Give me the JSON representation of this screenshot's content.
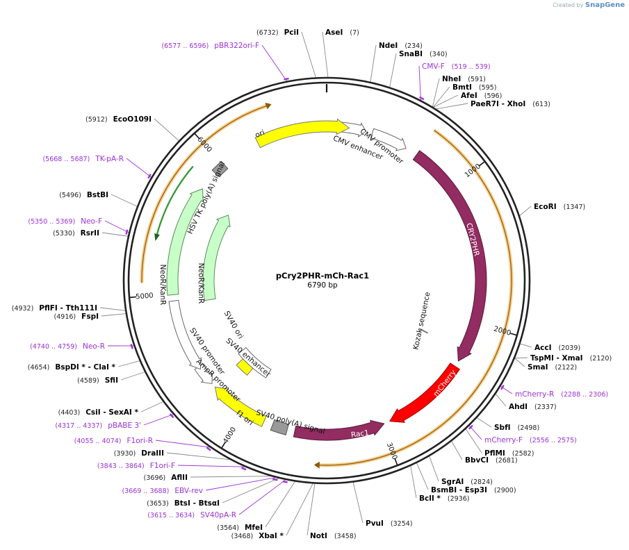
{
  "credit": {
    "created_by": "Created by",
    "brand": "SnapGene"
  },
  "plasmid": {
    "name": "pCry2PHR-mCh-Rac1",
    "length_text": "6790 bp",
    "length": 6790
  },
  "colors": {
    "primer": "#9b30d8",
    "site_line": "#888888",
    "orange": "#f5a020"
  },
  "ticks": [
    "1000",
    "2000",
    "3000",
    "4000",
    "5000",
    "6000"
  ],
  "features": [
    {
      "id": "cmv_enh",
      "label": "CMV enhancer",
      "fill": "#ffffff"
    },
    {
      "id": "cmv_prom",
      "label": "CMV promoter",
      "fill": "#ffffff"
    },
    {
      "id": "cry2phr",
      "label": "CRY2PHR",
      "fill": "#922c61"
    },
    {
      "id": "kozak",
      "label": "Kozak sequence",
      "fill": "#888888"
    },
    {
      "id": "mcherry",
      "label": "mCherry",
      "fill": "#ff0000"
    },
    {
      "id": "rac1",
      "label": "Rac1",
      "fill": "#922c61"
    },
    {
      "id": "sv40pa",
      "label": "SV40 poly(A) signal",
      "fill": "#999999"
    },
    {
      "id": "f1ori",
      "label": "f1 ori",
      "fill": "#ffff00"
    },
    {
      "id": "ampr_prom",
      "label": "AmpR promoter",
      "fill": "#ffffff"
    },
    {
      "id": "sv40prom",
      "label": "SV40 promoter",
      "fill": "#ffffff"
    },
    {
      "id": "sv40ori",
      "label": "SV40 ori",
      "fill": "#ffff00"
    },
    {
      "id": "sv40enh",
      "label": "SV40 enhancer",
      "fill": "#ffffff"
    },
    {
      "id": "neor_outer",
      "label": "NeoR/KanR",
      "fill": "#c8ffc8"
    },
    {
      "id": "neor_inner",
      "label": "NeoR/KanR",
      "fill": "#c8ffc8"
    },
    {
      "id": "hsvtk",
      "label": "HSV TK poly(A) signal",
      "fill": "#999999"
    },
    {
      "id": "ori",
      "label": "ori",
      "fill": "#ffff00"
    }
  ],
  "sites": [
    {
      "enzyme": "PciI",
      "pos": "(6732)",
      "kind": "enzyme"
    },
    {
      "enzyme": "AseI",
      "pos": "(7)",
      "kind": "enzyme"
    },
    {
      "enzyme": "NdeI",
      "pos": "(234)",
      "kind": "enzyme"
    },
    {
      "enzyme": "SnaBI",
      "pos": "(340)",
      "kind": "enzyme"
    },
    {
      "enzyme": "NheI",
      "pos": "(591)",
      "kind": "enzyme"
    },
    {
      "enzyme": "BmtI",
      "pos": "(595)",
      "kind": "enzyme"
    },
    {
      "enzyme": "AfeI",
      "pos": "(596)",
      "kind": "enzyme"
    },
    {
      "enzyme": "PaeR7I - XhoI",
      "pos": "(613)",
      "kind": "enzyme"
    },
    {
      "enzyme": "EcoRI",
      "pos": "(1347)",
      "kind": "enzyme"
    },
    {
      "enzyme": "AccI",
      "pos": "(2039)",
      "kind": "enzyme"
    },
    {
      "enzyme": "TspMI - XmaI",
      "pos": "(2120)",
      "kind": "enzyme"
    },
    {
      "enzyme": "SmaI",
      "pos": "(2122)",
      "kind": "enzyme"
    },
    {
      "enzyme": "AhdI",
      "pos": "(2337)",
      "kind": "enzyme"
    },
    {
      "enzyme": "SbfI",
      "pos": "(2498)",
      "kind": "enzyme"
    },
    {
      "enzyme": "PflMI",
      "pos": "(2582)",
      "kind": "enzyme"
    },
    {
      "enzyme": "BbvCI",
      "pos": "(2681)",
      "kind": "enzyme"
    },
    {
      "enzyme": "SgrAI",
      "pos": "(2824)",
      "kind": "enzyme"
    },
    {
      "enzyme": "BsmBI - Esp3I",
      "pos": "(2900)",
      "kind": "enzyme"
    },
    {
      "enzyme": "BclI *",
      "pos": "(2936)",
      "kind": "enzyme"
    },
    {
      "enzyme": "PvuI",
      "pos": "(3254)",
      "kind": "enzyme"
    },
    {
      "enzyme": "NotI",
      "pos": "(3458)",
      "kind": "enzyme"
    },
    {
      "enzyme": "XbaI *",
      "pos": "(3468)",
      "kind": "enzyme"
    },
    {
      "enzyme": "MfeI",
      "pos": "(3564)",
      "kind": "enzyme"
    },
    {
      "enzyme": "BtsI - BtsαI",
      "pos": "(3653)",
      "kind": "enzyme"
    },
    {
      "enzyme": "AflII",
      "pos": "(3696)",
      "kind": "enzyme"
    },
    {
      "enzyme": "DraIII",
      "pos": "(3930)",
      "kind": "enzyme"
    },
    {
      "enzyme": "CsiI - SexAI *",
      "pos": "(4403)",
      "kind": "enzyme"
    },
    {
      "enzyme": "SfiI",
      "pos": "(4589)",
      "kind": "enzyme"
    },
    {
      "enzyme": "BspDI * - ClaI *",
      "pos": "(4654)",
      "kind": "enzyme"
    },
    {
      "enzyme": "FspI",
      "pos": "(4916)",
      "kind": "enzyme"
    },
    {
      "enzyme": "PflFI - Tth111I",
      "pos": "(4932)",
      "kind": "enzyme"
    },
    {
      "enzyme": "RsrII",
      "pos": "(5330)",
      "kind": "enzyme"
    },
    {
      "enzyme": "BstBI",
      "pos": "(5496)",
      "kind": "enzyme"
    },
    {
      "enzyme": "EcoO109I",
      "pos": "(5912)",
      "kind": "enzyme"
    }
  ],
  "primers": [
    {
      "name": "pBR322ori-F",
      "range": "(6577 .. 6596)"
    },
    {
      "name": "CMV-F",
      "range": "(519 .. 539)"
    },
    {
      "name": "mCherry-R",
      "range": "(2288 .. 2306)"
    },
    {
      "name": "mCherry-F",
      "range": "(2556 .. 2575)"
    },
    {
      "name": "EBV-rev",
      "range": "(3669 .. 3688)"
    },
    {
      "name": "SV40pA-R",
      "range": "(3615 .. 3634)"
    },
    {
      "name": "F1ori-F",
      "range": "(3843 .. 3864)"
    },
    {
      "name": "F1ori-R",
      "range": "(4055 .. 4074)"
    },
    {
      "name": "pBABE 3'",
      "range": "(4317 .. 4337)"
    },
    {
      "name": "Neo-R",
      "range": "(4740 .. 4759)"
    },
    {
      "name": "Neo-F",
      "range": "(5350 .. 5369)"
    },
    {
      "name": "TK-pA-R",
      "range": "(5668 .. 5687)"
    }
  ]
}
